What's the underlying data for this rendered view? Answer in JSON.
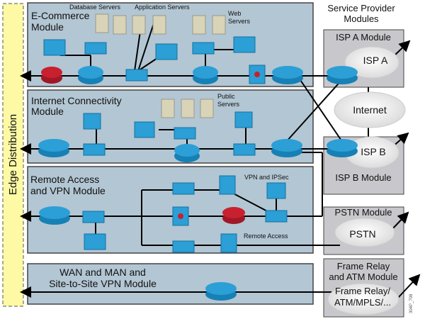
{
  "edge_distribution": {
    "label": "Edge Distribution"
  },
  "modules": {
    "ecommerce": {
      "title_line1": "E-Commerce",
      "title_line2": "Module",
      "labels": {
        "db": "Database Servers",
        "app": "Application Servers",
        "web1": "Web",
        "web2": "Servers"
      }
    },
    "internet": {
      "title_line1": "Internet Connectivity",
      "title_line2": "Module",
      "labels": {
        "pub1": "Public",
        "pub2": "Servers"
      }
    },
    "remote": {
      "title_line1": "Remote Access",
      "title_line2": "and VPN Module",
      "labels": {
        "vpn": "VPN and IPSec",
        "ra": "Remote Access"
      }
    },
    "wan": {
      "title_line1": "WAN and MAN and",
      "title_line2": "Site-to-Site VPN Module"
    }
  },
  "service_provider": {
    "heading_line1": "Service Provider",
    "heading_line2": "Modules",
    "isp_a": {
      "module": "ISP A Module",
      "cloud": "ISP A"
    },
    "internet_cloud": "Internet",
    "isp_b": {
      "module": "ISP B Module",
      "cloud": "ISP B"
    },
    "pstn": {
      "module": "PSTN Module",
      "cloud": "PSTN"
    },
    "frame": {
      "module_line1": "Frame Relay",
      "module_line2": "and ATM Module",
      "cloud_line1": "Frame Relay/",
      "cloud_line2": "ATM/MPLS/..."
    }
  },
  "figure_id": "304P_708",
  "colors": {
    "module_bg": "#b3c6d3",
    "edge_bg": "#fdf9a4",
    "sp_bg": "#c8c8cc",
    "device": "#2b9fd6",
    "router_red": "#c8202f",
    "server": "#d9d3b8"
  }
}
